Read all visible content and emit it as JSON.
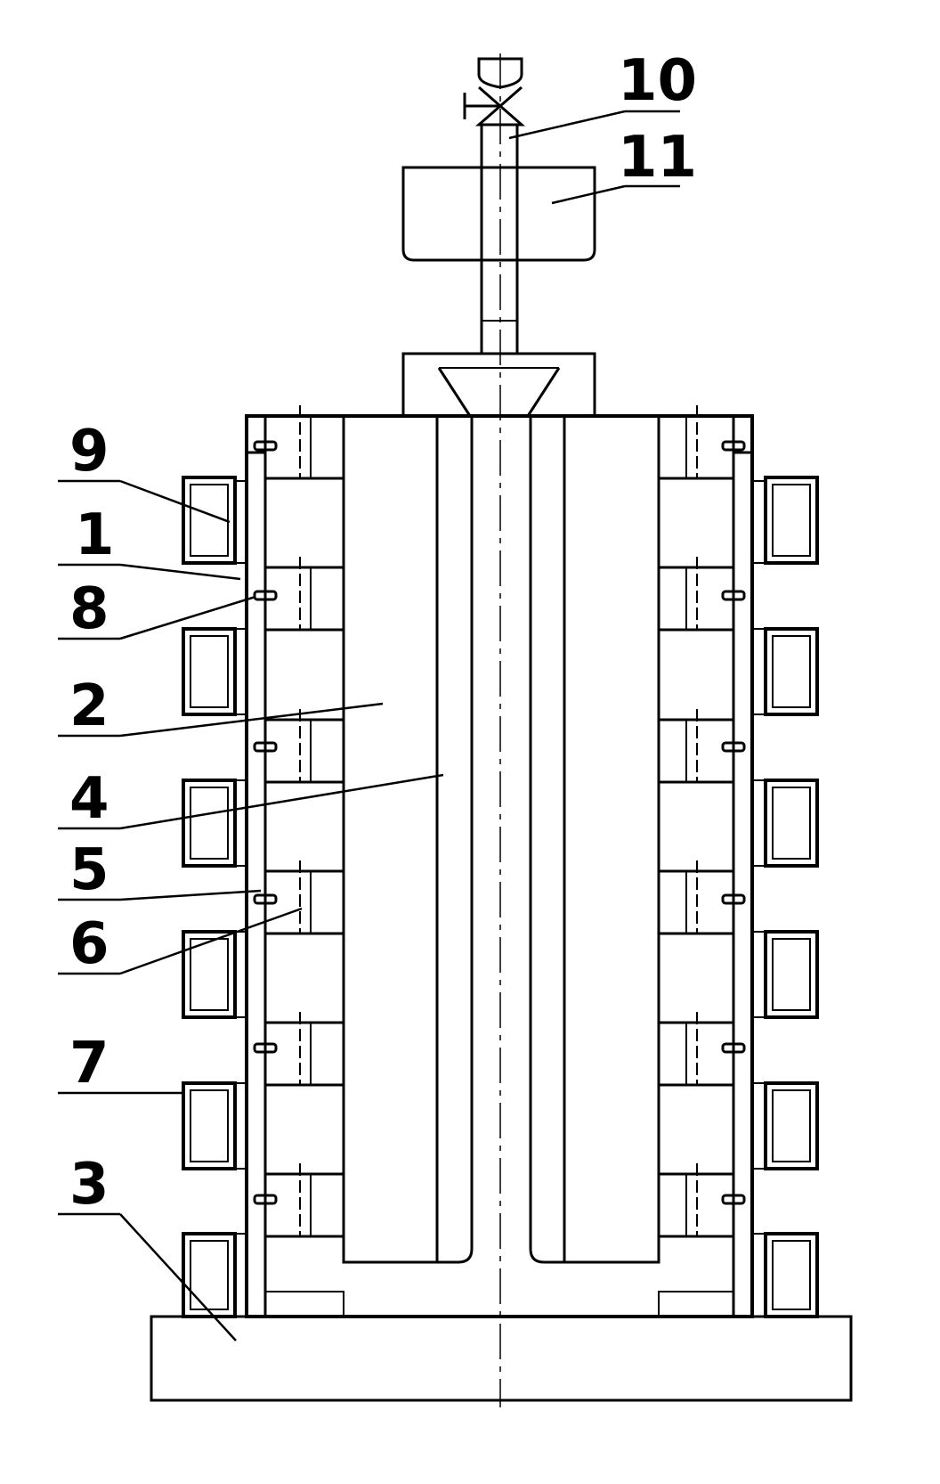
{
  "figure": {
    "callouts": [
      {
        "id": "c10",
        "label": "10"
      },
      {
        "id": "c11",
        "label": "11"
      },
      {
        "id": "c9",
        "label": "9"
      },
      {
        "id": "c1",
        "label": "1"
      },
      {
        "id": "c8",
        "label": "8"
      },
      {
        "id": "c2",
        "label": "2"
      },
      {
        "id": "c4",
        "label": "4"
      },
      {
        "id": "c5",
        "label": "5"
      },
      {
        "id": "c6",
        "label": "6"
      },
      {
        "id": "c7",
        "label": "7"
      },
      {
        "id": "c3",
        "label": "3"
      }
    ]
  }
}
